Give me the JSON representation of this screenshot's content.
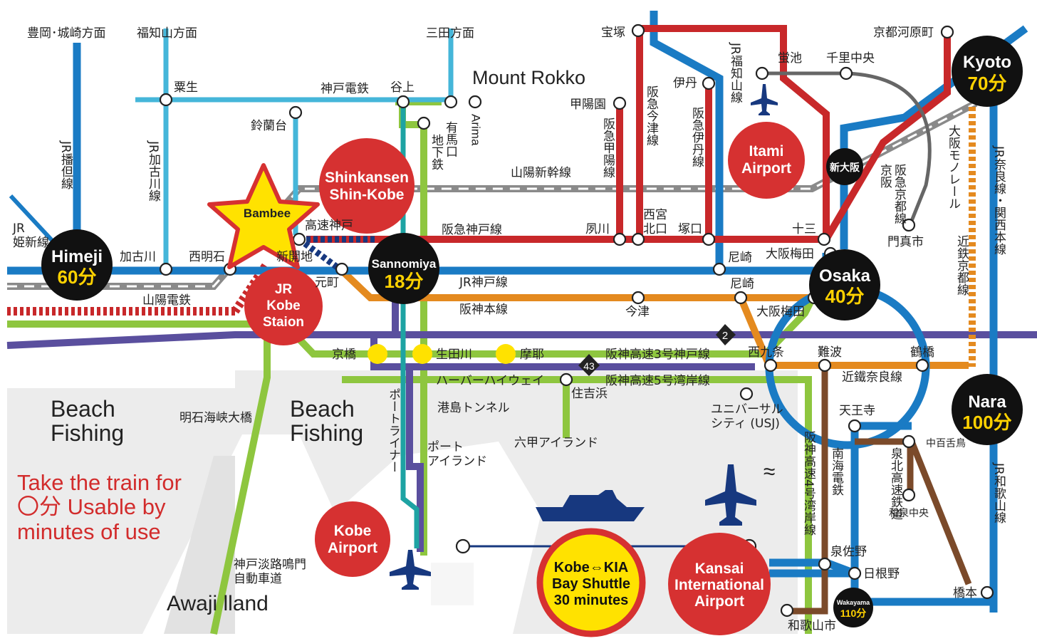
{
  "colors": {
    "jr_blue": "#1a7bc4",
    "red": "#c8282a",
    "green": "#8ec63f",
    "purple": "#5a4f9e",
    "orange": "#e48a1f",
    "gray": "#8a8a8a",
    "teal": "#1ea3a3",
    "cyan": "#45b6d9",
    "brown": "#7b4a2a",
    "navy": "#17387f",
    "yellow": "#ffe200",
    "sea": "#ececec"
  },
  "directions": {
    "toyooka": "豊岡･城崎方面",
    "fukuchiyama": "福知山方面",
    "sanda": "三田方面"
  },
  "places": {
    "mount_rokko": "Mount Rokko",
    "beach_fishing_1_line1": "Beach",
    "beach_fishing_1_line2": "Fishing",
    "beach_fishing_2_line1": "Beach",
    "beach_fishing_2_line2": "Fishing",
    "awaji": "Awaji lland",
    "akashi_bridge": "明石海峡大橋",
    "minato_tunnel": "港島トンネル",
    "port_island": "ポート",
    "port_island_2": "アイランド",
    "rokko_island": "六甲アイランド",
    "kobe_awaji_1": "神戸淡路鳴門",
    "kobe_awaji_2": "自動車道",
    "approx": "≈"
  },
  "hubs": {
    "himeji": {
      "name": "Himeji",
      "time": "60分"
    },
    "sannomiya": {
      "name": "Sannomiya",
      "time": "18分"
    },
    "osaka": {
      "name": "Osaka",
      "time": "40分"
    },
    "kyoto": {
      "name": "Kyoto",
      "time": "70分"
    },
    "nara": {
      "name": "Nara",
      "time": "100分"
    },
    "shinosaka": {
      "name": "新大阪"
    },
    "wakayama": {
      "name": "Wakayama",
      "time": "110分"
    },
    "kobe_station": {
      "line1": "JR",
      "line2": "Kobe",
      "line3": "Staion"
    },
    "shinkansen": {
      "line1": "Shinkansen",
      "line2": "Shin-Kobe"
    },
    "itami": {
      "line1": "Itami",
      "line2": "Airport"
    },
    "kobe_airport": {
      "line1": "Kobe",
      "line2": "Airport"
    },
    "kix": {
      "line1": "Kansai",
      "line2": "International",
      "line3": "Airport"
    },
    "shuttle": {
      "line1": "Kobe⇔KIA",
      "line2": "Bay Shuttle",
      "line3": "30 minutes"
    },
    "bambee": "Bambee"
  },
  "stations": {
    "awazu": "粟生",
    "suzurandai": "鈴蘭台",
    "kobe_dentetsu": "神戸電鉄",
    "tanigami": "谷上",
    "arimaguchi": "有馬口",
    "chikatetsu": "地下鉄",
    "arima": "Arima",
    "takarazuka": "宝塚",
    "koyoen": "甲陽園",
    "itami": "伊丹",
    "hotarugaike": "蛍池",
    "senri_chuo": "千里中央",
    "kawaramachi": "京都河原町",
    "kakogawa": "加古川",
    "nishiakashi": "西明石",
    "kosoku_kobe": "高速神戸",
    "shinkaichi": "新開地",
    "motomachi": "元町",
    "shukugawa": "夙川",
    "nishinomiya_kitaguchi_1": "西宮",
    "nishinomiya_kitaguchi_2": "北口",
    "tsukaguchi": "塚口",
    "juso": "十三",
    "amagasaki_jr": "尼崎",
    "osaka_umeda": "大阪梅田",
    "amagasaki_hanshin": "尼崎",
    "osaka_umeda_hanshin": "大阪梅田",
    "imazu": "今津",
    "kadoma": "門真市",
    "kyobashi": "京橋",
    "ikutagawa": "生田川",
    "maya": "摩耶",
    "sumiyoshihama": "住吉浜",
    "nishikujo": "西九条",
    "namba": "難波",
    "tsuruhashi": "鶴橋",
    "usj_1": "ユニバーサル",
    "usj_2": "シティ (USJ)",
    "tennoji": "天王寺",
    "nakamozu": "中百舌鳥",
    "izumi_chuo": "和泉中央",
    "izumisano": "泉佐野",
    "hineno": "日根野",
    "hashimoto": "橋本",
    "wakayamashi": "和歌山市"
  },
  "lines": {
    "jr_kobe": "JR神戸線",
    "hanshin_main": "阪神本線",
    "hankyu_kobe": "阪急神戸線",
    "sanyo_shinkansen": "山陽新幹線",
    "sanyo_dentetsu": "山陽電鉄",
    "jr_kishin_1": "JR",
    "jr_kishin_2": "姫新線",
    "harbor_highway": "ハーバーハイウェイ",
    "hanshin_exp3": "阪神高速3号神戸線",
    "hanshin_exp5": "阪神高速5号湾岸線",
    "kintetsu_nara": "近鐵奈良線",
    "route2": "2",
    "route43": "43",
    "jr_bantan": "JR播但線",
    "jr_kakogawa": "JR加古川線",
    "hankyu_imazu": "阪急今津線",
    "hankyu_koyo": "阪急甲陽線",
    "hankyu_itami": "阪急伊丹線",
    "jr_fukuchiyama": "JR福知山線",
    "osaka_monorail": "大阪モノレール",
    "keihan": "京阪",
    "hankyu_kyoto": "阪急京都線",
    "kintetsu_kyoto": "近鉄京都線",
    "jr_nara": "JR奈良線・関西本線",
    "jr_wakayama": "JR和歌山線",
    "nankai": "南海電鉄",
    "semboku": "泉北高速鉄道",
    "hanshin_exp4": "阪神高速4号湾岸線",
    "port_liner": "ポートライナー"
  },
  "note": {
    "line1": "Take the train for",
    "line2": "〇分 Usable by",
    "line3": "minutes of use"
  }
}
